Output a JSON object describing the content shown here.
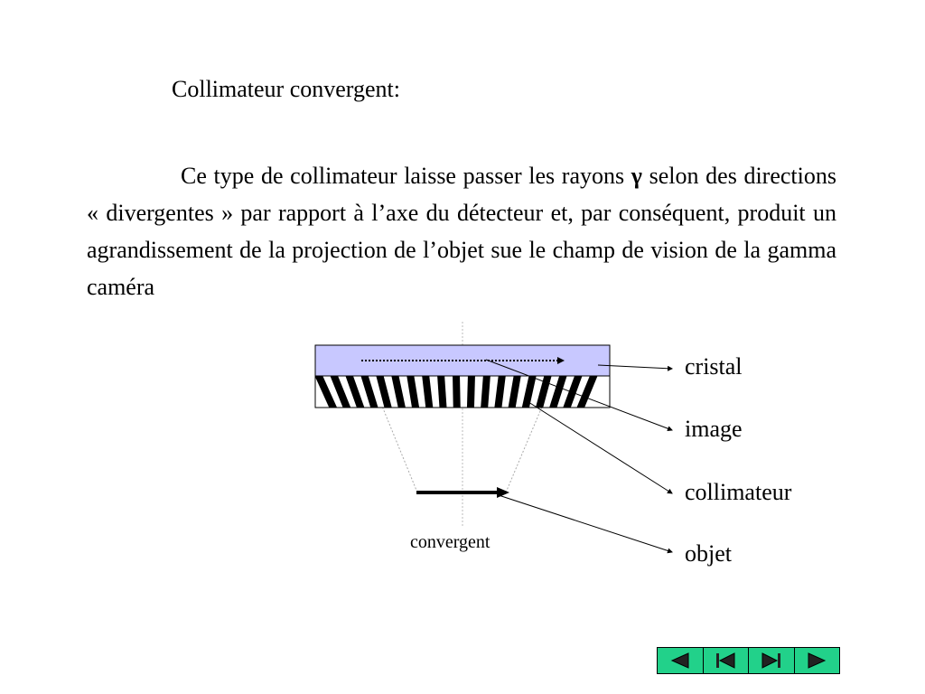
{
  "title": "Collimateur convergent:",
  "paragraph": {
    "before_gamma": "Ce type de collimateur laisse passer les rayons ",
    "gamma": "γ",
    "after_gamma": " selon des directions « divergentes » par rapport à l’axe du détecteur et, par conséquent, produit un agrandissement de la projection de l’objet sue le champ de vision de la gamma caméra"
  },
  "diagram": {
    "labels": {
      "cristal": "cristal",
      "image": "image",
      "collimateur": "collimateur",
      "objet": "objet"
    },
    "caption": "convergent",
    "colors": {
      "crystal_fill": "#c8c8ff",
      "nav_button": "#22d18a"
    }
  },
  "nav": {
    "buttons": [
      "previous-icon",
      "first-icon",
      "last-icon",
      "next-icon"
    ]
  }
}
